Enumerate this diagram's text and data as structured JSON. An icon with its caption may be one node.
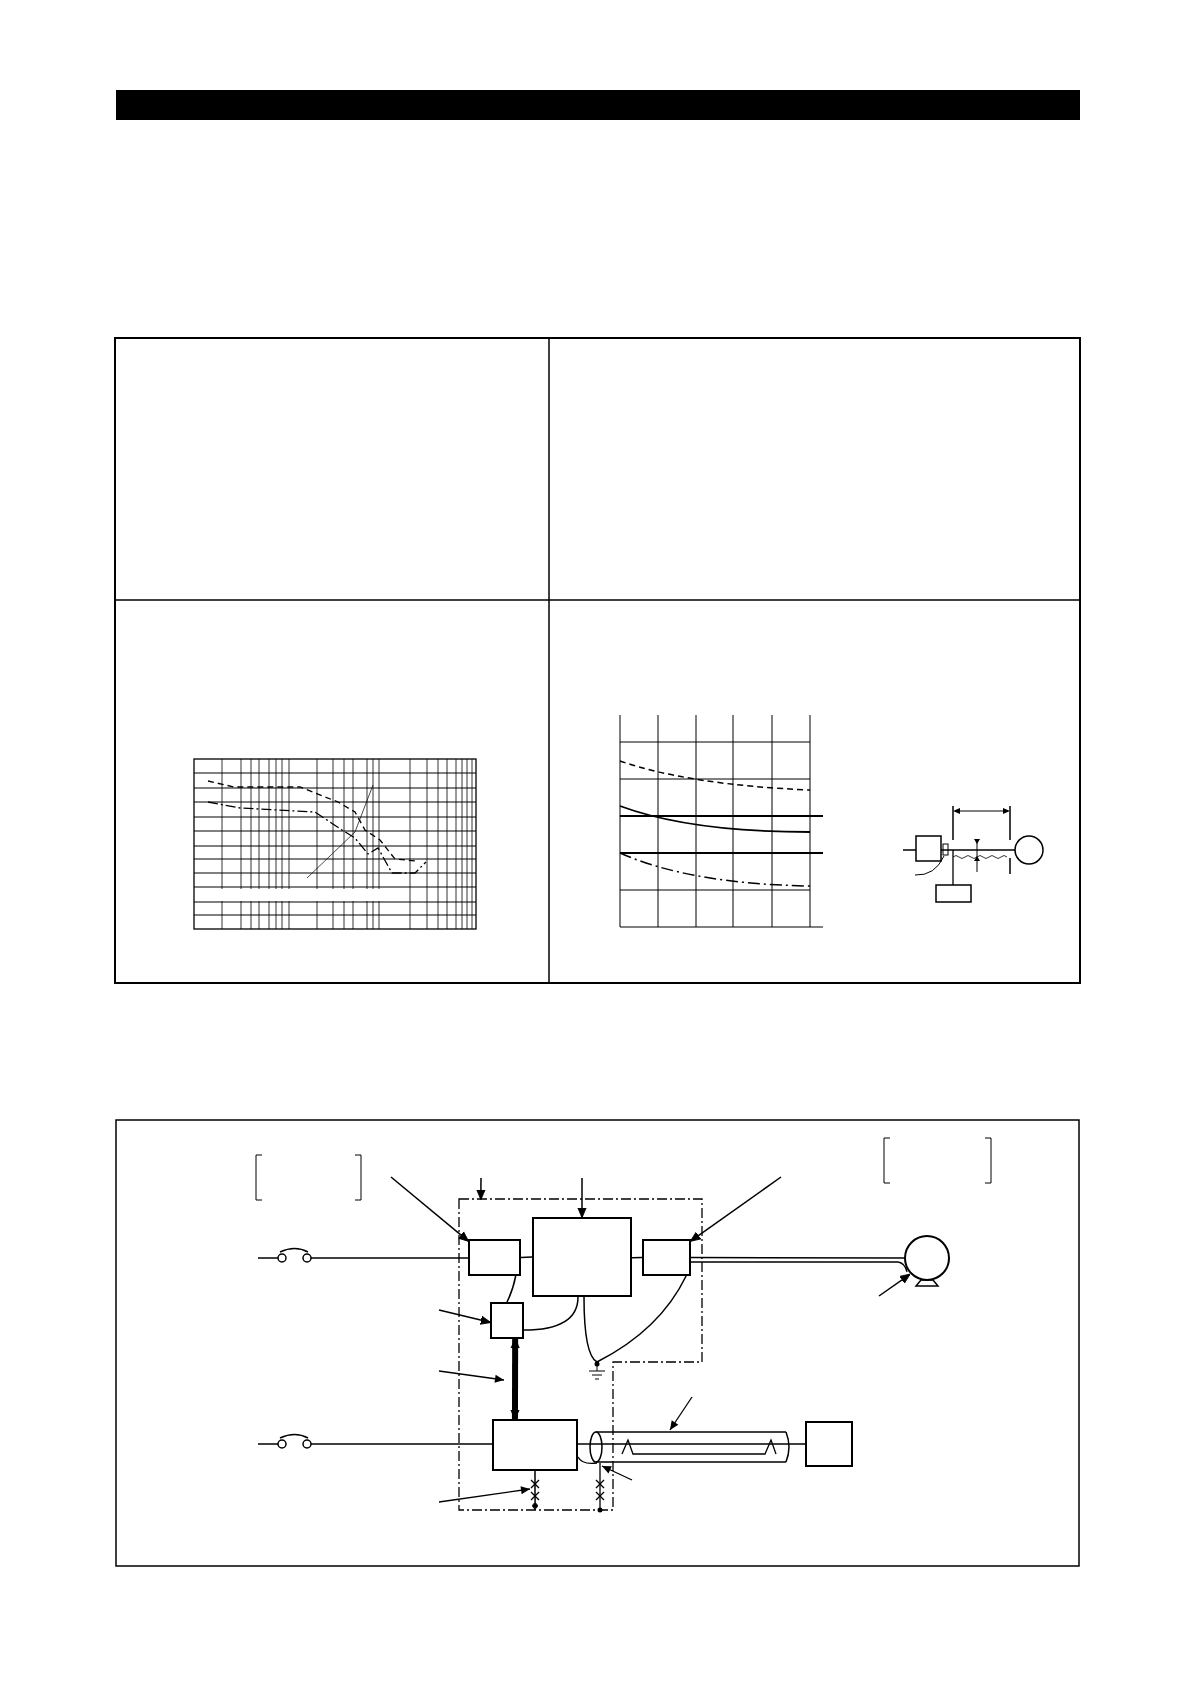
{
  "diagram": {
    "nodes": [
      {
        "text": [],
        "shape": "box"
      },
      {
        "text": [],
        "shape": "box",
        "in": 0
      },
      {
        "text": [],
        "shape": "box",
        "in": 0
      },
      {
        "text": [],
        "shape": "box",
        "in": 0
      },
      {
        "text": [],
        "shape": "box",
        "in": 0
      },
      {
        "text": [],
        "shape": "box",
        "in": 0
      },
      {
        "text": [],
        "shape": "box"
      },
      {
        "text": [],
        "shape": "circle"
      },
      {
        "text": [],
        "shape": "bar"
      },
      {
        "text": [],
        "shape": "ground",
        "in": 0
      }
    ],
    "edges": [
      {
        "from": 1,
        "to": 2,
        "arrow": "none"
      },
      {
        "from": 2,
        "to": 3,
        "arrow": "none"
      },
      {
        "from": 3,
        "to": 7,
        "arrow": "none"
      },
      {
        "from": 1,
        "to": 4,
        "arrow": "none"
      },
      {
        "from": 5,
        "to": 6,
        "arrow": "none"
      },
      {
        "from": 4,
        "to": 5,
        "arrow": "both",
        "style": "thick"
      },
      {
        "from": null,
        "to": 1,
        "arrow": "to"
      },
      {
        "from": null,
        "to": 0,
        "arrow": "to"
      },
      {
        "from": null,
        "to": 2,
        "arrow": "to"
      },
      {
        "from": null,
        "to": 3,
        "arrow": "to"
      },
      {
        "from": null,
        "to": 4,
        "arrow": "to"
      },
      {
        "from": null,
        "to": 7,
        "arrow": "to"
      },
      {
        "from": 4,
        "to": 2,
        "arrow": "none"
      },
      {
        "from": 5,
        "to": 0,
        "arrow": "other"
      },
      {
        "from": 2,
        "to": 9,
        "arrow": "none"
      },
      {
        "from": 3,
        "to": 9,
        "arrow": "none"
      }
    ]
  }
}
